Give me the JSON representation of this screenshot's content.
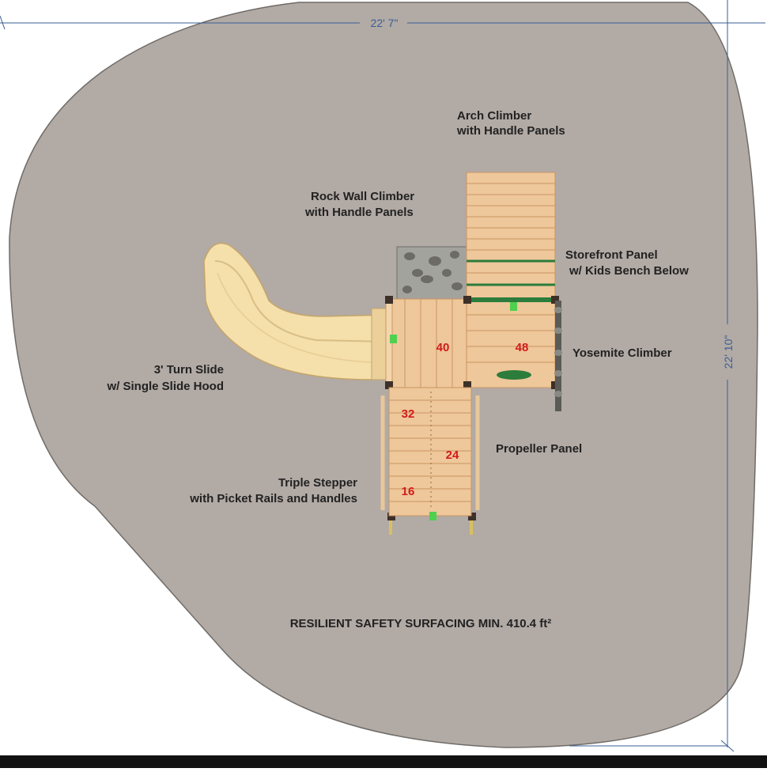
{
  "dimensions": {
    "width": "22' 7\"",
    "height": "22' 10\""
  },
  "labels": {
    "arch_climber": [
      "Arch Climber",
      "with Handle Panels"
    ],
    "rock_wall": [
      "Rock Wall Climber",
      "with Handle Panels"
    ],
    "storefront": [
      "Storefront Panel",
      "w/ Kids Bench Below"
    ],
    "yosemite": "Yosemite Climber",
    "turn_slide": [
      "3' Turn Slide",
      "w/ Single Slide Hood"
    ],
    "propeller": "Propeller Panel",
    "triple_stepper": [
      "Triple Stepper",
      "with Picket Rails and Handles"
    ],
    "surfacing": "RESILIENT SAFETY SURFACING MIN. 410.4 ft²"
  },
  "deck_heights": {
    "deck_40": "40",
    "deck_48": "48",
    "step_32": "32",
    "step_24": "24",
    "step_16": "16"
  },
  "colors": {
    "surface": "#b2aaa5",
    "wood": "#eec79a",
    "wood_dark": "#c99562",
    "slide": "#f5dfaa",
    "rock": "#a3a39e",
    "green": "#2c7c3c",
    "dimension": "#3a5f95"
  }
}
